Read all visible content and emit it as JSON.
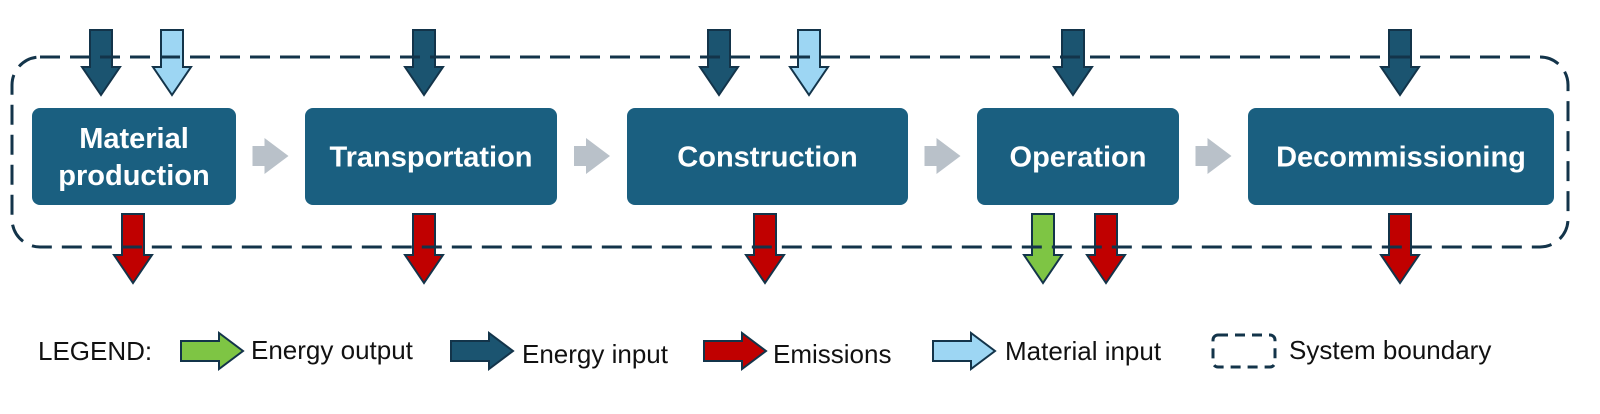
{
  "colors": {
    "stage_fill": "#1A5F80",
    "energy_input": "#1B5470",
    "material_input": "#9DD6F3",
    "emissions": "#C00000",
    "energy_output": "#7EC544",
    "flow_arrow": "#B9C1C9",
    "boundary": "#13344A",
    "outline": "#13344A"
  },
  "stages": [
    {
      "id": "material-production",
      "lines": [
        "Material",
        "production"
      ],
      "inputs": [
        "energy_input",
        "material_input"
      ],
      "outputs": [
        "emissions"
      ]
    },
    {
      "id": "transportation",
      "lines": [
        "Transportation"
      ],
      "inputs": [
        "energy_input"
      ],
      "outputs": [
        "emissions"
      ]
    },
    {
      "id": "construction",
      "lines": [
        "Construction"
      ],
      "inputs": [
        "energy_input",
        "material_input"
      ],
      "outputs": [
        "emissions"
      ]
    },
    {
      "id": "operation",
      "lines": [
        "Operation"
      ],
      "inputs": [
        "energy_input"
      ],
      "outputs": [
        "energy_output",
        "emissions"
      ]
    },
    {
      "id": "decommissioning",
      "lines": [
        "Decommissioning"
      ],
      "inputs": [
        "energy_input"
      ],
      "outputs": [
        "emissions"
      ]
    }
  ],
  "legend": {
    "title": "LEGEND:",
    "items": [
      {
        "kind": "energy_output",
        "label": "Energy output"
      },
      {
        "kind": "energy_input",
        "label": "Energy input"
      },
      {
        "kind": "emissions",
        "label": "Emissions"
      },
      {
        "kind": "material_input",
        "label": "Material input"
      },
      {
        "kind": "boundary",
        "label": "System boundary"
      }
    ]
  }
}
